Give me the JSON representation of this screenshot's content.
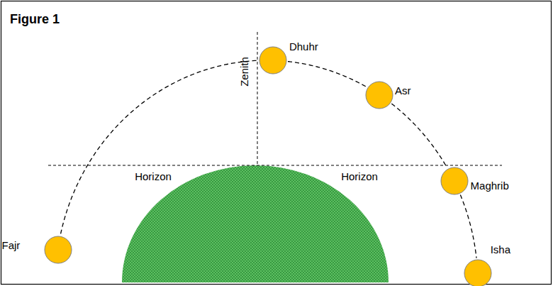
{
  "diagram": {
    "title": "Figure 1",
    "nodes": [
      {
        "text": [
          "Fajr"
        ]
      },
      {
        "text": [
          "Dhuhr"
        ]
      },
      {
        "text": [
          "Asr"
        ]
      },
      {
        "text": [
          "Maghrib"
        ]
      },
      {
        "text": [
          "Isha"
        ]
      }
    ],
    "edges": [
      {
        "from": 0,
        "to": 1,
        "arrow": "none"
      },
      {
        "from": 1,
        "to": 2,
        "arrow": "none"
      },
      {
        "from": 2,
        "to": 3,
        "arrow": "none"
      },
      {
        "from": 3,
        "to": 4,
        "arrow": "none"
      }
    ],
    "labels": [
      "Zenith",
      "Horizon",
      "Horizon"
    ]
  }
}
